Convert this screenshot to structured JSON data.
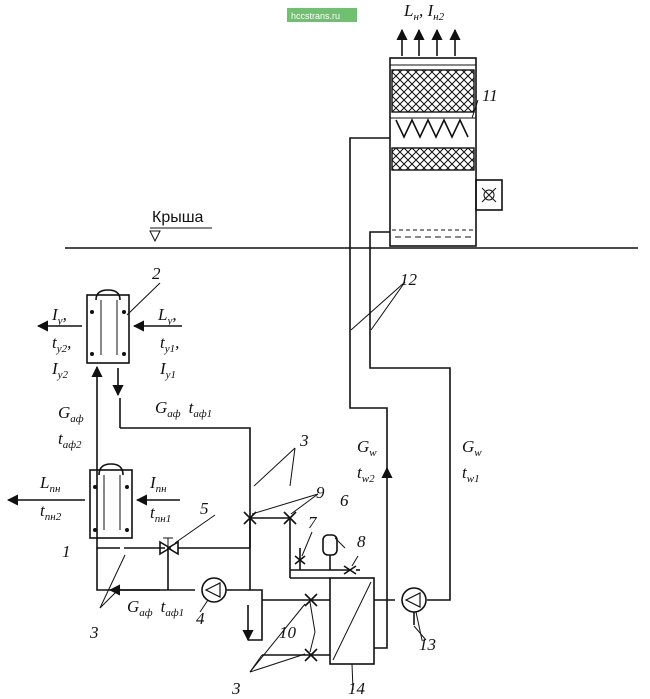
{
  "watermark": "hccstrans.ru",
  "roof_label": "Крыша",
  "numbers": {
    "n2": "2",
    "n1": "1",
    "n3a": "3",
    "n3b": "3",
    "n3c": "3",
    "n4": "4",
    "n5": "5",
    "n6": "6",
    "n7": "7",
    "n8": "8",
    "n9": "9",
    "n10": "10",
    "n11": "11",
    "n12": "12",
    "n13": "13",
    "n14": "14"
  },
  "labels": {
    "Lh_top": "L",
    "Lh_top_sub": "н",
    "Ih2_top": "I",
    "Ih2_top_sub": "н2",
    "Iy_left": "I",
    "Iy_left_sub": "у",
    "ty2": "t",
    "ty2_sub": "у2",
    "Iy2": "I",
    "Iy2_sub": "у2",
    "Ly_right": "L",
    "Ly_right_sub": "у",
    "ty1": "t",
    "ty1_sub": "у1",
    "Iy1": "I",
    "Iy1_sub": "у1",
    "Gaf_left": "G",
    "Gaf_left_sub": "аф",
    "taf2": "t",
    "taf2_sub": "аф2",
    "Gaf_mid": "G",
    "Gaf_mid_sub": "аф",
    "taf1_mid": "t",
    "taf1_mid_sub": "аф1",
    "Lpn": "L",
    "Lpn_sub": "пн",
    "tpn2": "t",
    "tpn2_sub": "пн2",
    "Ipn": "I",
    "Ipn_sub": "пн",
    "tpn1": "t",
    "tpn1_sub": "пн1",
    "Gaf_bot": "G",
    "Gaf_bot_sub": "аф",
    "taf1_bot": "t",
    "taf1_bot_sub": "аф1",
    "Gw_left": "G",
    "Gw_left_sub": "w",
    "tw2": "t",
    "tw2_sub": "w2",
    "Gw_right": "G",
    "Gw_right_sub": "w",
    "tw1": "t",
    "tw1_sub": "w1"
  }
}
